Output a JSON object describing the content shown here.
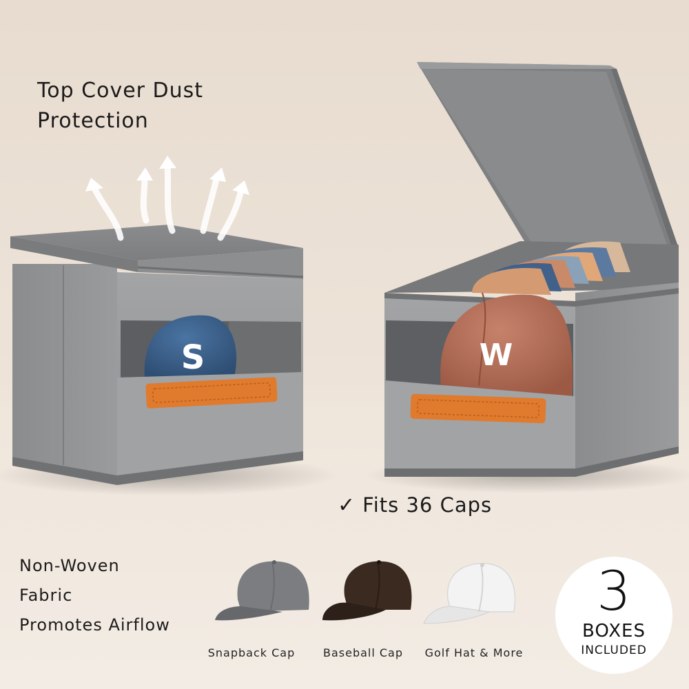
{
  "headline": {
    "line1": "Top Cover Dust",
    "line2": "Protection"
  },
  "fits_text": "Fits 36 Caps",
  "check_glyph": "✓",
  "airflow": {
    "line1": "Non-Woven",
    "line2": "Fabric",
    "line3": "Promotes Airflow"
  },
  "boxes": [
    {
      "name": "closed-box",
      "cap_letter": "S",
      "cap_color": "#3b5f87"
    },
    {
      "name": "open-box",
      "cap_letter": "W",
      "cap_color": "#b8715c"
    }
  ],
  "caps": [
    {
      "label": "Snapback Cap",
      "color": "#7b7d80"
    },
    {
      "label": "Baseball Cap",
      "color": "#3a2a1f"
    },
    {
      "label": "Golf Hat & More",
      "color": "#f2f2f2"
    }
  ],
  "badge": {
    "number": "3",
    "line1": "BOXES",
    "line2": "INCLUDED"
  },
  "colors": {
    "box_gray": "#8c8d8f",
    "handle_orange": "#e07a2c",
    "background": "#ebe1d6"
  }
}
